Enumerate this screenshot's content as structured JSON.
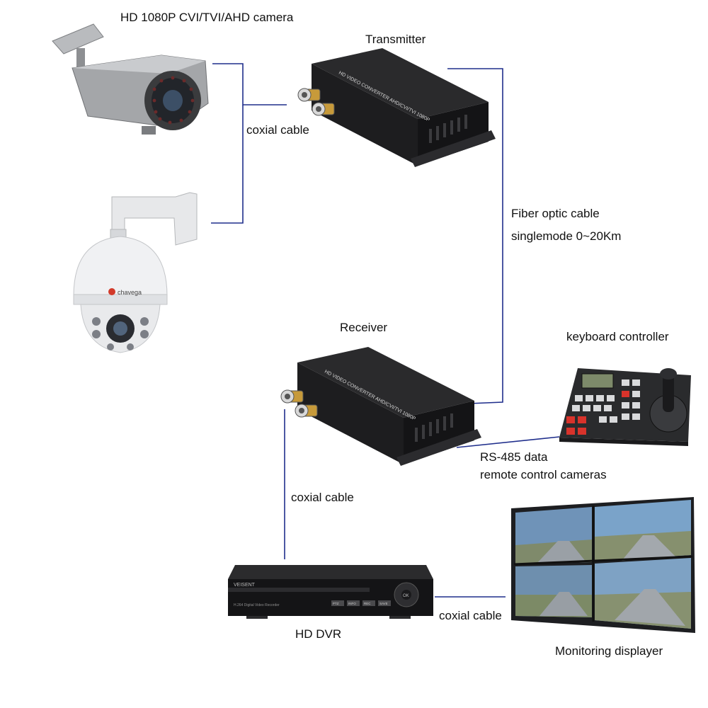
{
  "labels": {
    "camera": "HD 1080P CVI/TVI/AHD camera",
    "transmitter": "Transmitter",
    "coax_top": "coxial cable",
    "fiber_line1": "Fiber optic cable",
    "fiber_line2": "singlemode 0~20Km",
    "receiver": "Receiver",
    "keyboard": "keyboard controller",
    "rs485_line1": "RS-485 data",
    "rs485_line2": "remote  control cameras",
    "coax_mid": "coxial cable",
    "dvr": "HD DVR",
    "coax_bottom": "coxial cable",
    "monitor": "Monitoring displayer"
  },
  "device_text": {
    "converter_label": "HD VIDEO CONVERTER AHD/CVI/TVI 1080P",
    "dome_brand": "chavega",
    "dvr_brand": "VEISENT",
    "dvr_model": "H.264 Digital Video Recorder",
    "dvr_buttons": [
      "PTZ",
      "INFO",
      "REC",
      "SAVE"
    ],
    "dvr_ok": "OK"
  },
  "colors": {
    "wire": "#1f2e8c",
    "device_black": "#1d1d1f",
    "camera_gray": "#9a9c9f"
  }
}
